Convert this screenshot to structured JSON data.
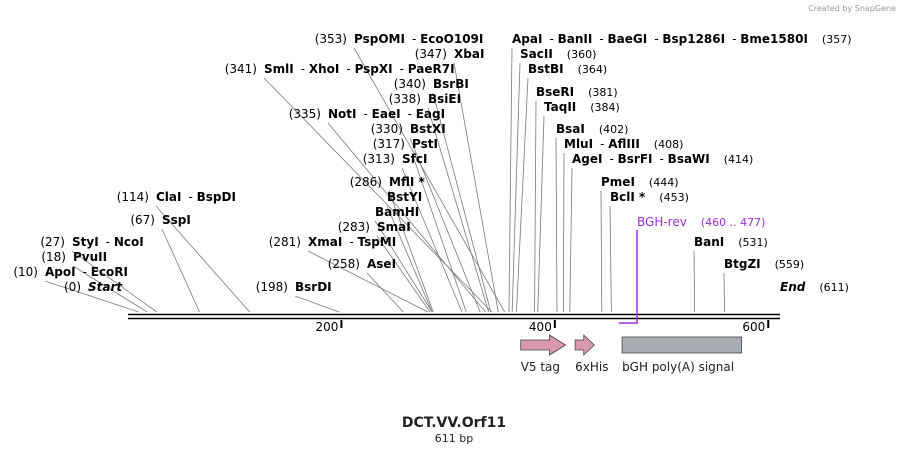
{
  "credit": "Created by SnapGene",
  "title": "DCT.VV.Orf11",
  "length_label": "611 bp",
  "seq_length": 611,
  "backbone_ticks": [
    {
      "pos": 200,
      "label": "200"
    },
    {
      "pos": 400,
      "label": "400"
    },
    {
      "pos": 600,
      "label": "600"
    }
  ],
  "sites": [
    {
      "coord": "(0)",
      "names": [
        "Start"
      ],
      "italic": true,
      "pos": 0
    },
    {
      "coord": "(10)",
      "names": [
        "ApoI",
        "EcoRI"
      ],
      "pos": 10
    },
    {
      "coord": "(18)",
      "names": [
        "PvuII"
      ],
      "pos": 18
    },
    {
      "coord": "(27)",
      "names": [
        "StyI",
        "NcoI"
      ],
      "pos": 27
    },
    {
      "coord": "(67)",
      "names": [
        "SspI"
      ],
      "pos": 67
    },
    {
      "coord": "(114)",
      "names": [
        "ClaI",
        "BspDI"
      ],
      "pos": 114
    },
    {
      "coord": "(198)",
      "names": [
        "BsrDI"
      ],
      "pos": 198
    },
    {
      "coord": "(258)",
      "names": [
        "AseI"
      ],
      "pos": 258
    },
    {
      "coord": "(281)",
      "names": [
        "XmaI",
        "TspMI"
      ],
      "pos": 281
    },
    {
      "coord": "(283)",
      "names": [
        "SmaI"
      ],
      "pos": 283
    },
    {
      "coord": "",
      "names": [
        "BamHI"
      ],
      "pos": 285
    },
    {
      "coord": "",
      "names": [
        "BstYI"
      ],
      "pos": 285
    },
    {
      "coord": "(286)",
      "names": [
        "MflI *"
      ],
      "pos": 286
    },
    {
      "coord": "(313)",
      "names": [
        "SfcI"
      ],
      "pos": 313
    },
    {
      "coord": "(317)",
      "names": [
        "PstI"
      ],
      "pos": 317
    },
    {
      "coord": "(330)",
      "names": [
        "BstXI"
      ],
      "pos": 330
    },
    {
      "coord": "(335)",
      "names": [
        "NotI",
        "EaeI",
        "EagI"
      ],
      "pos": 335
    },
    {
      "coord": "(338)",
      "names": [
        "BsiEI"
      ],
      "pos": 338
    },
    {
      "coord": "(340)",
      "names": [
        "BsrBI"
      ],
      "pos": 340
    },
    {
      "coord": "(341)",
      "names": [
        "SmlI",
        "XhoI",
        "PspXI",
        "PaeR7I"
      ],
      "pos": 341
    },
    {
      "coord": "(347)",
      "names": [
        "XbaI"
      ],
      "pos": 347
    },
    {
      "coord": "(353)",
      "names": [
        "PspOMI",
        "EcoO109I"
      ],
      "pos": 353
    },
    {
      "coord": "(357)",
      "names": [
        "ApaI",
        "BanII",
        "BaeGI",
        "Bsp1286I",
        "Bme1580I"
      ],
      "pos": 357
    },
    {
      "coord": "(360)",
      "names": [
        "SacII"
      ],
      "pos": 360
    },
    {
      "coord": "(364)",
      "names": [
        "BstBI"
      ],
      "pos": 364
    },
    {
      "coord": "(381)",
      "names": [
        "BseRI"
      ],
      "pos": 381
    },
    {
      "coord": "(384)",
      "names": [
        "TaqII"
      ],
      "pos": 384
    },
    {
      "coord": "(402)",
      "names": [
        "BsaI"
      ],
      "pos": 402
    },
    {
      "coord": "(408)",
      "names": [
        "MluI",
        "AflIII"
      ],
      "pos": 408
    },
    {
      "coord": "(414)",
      "names": [
        "AgeI",
        "BsrFI",
        "BsaWI"
      ],
      "pos": 414
    },
    {
      "coord": "(444)",
      "names": [
        "PmeI"
      ],
      "pos": 444
    },
    {
      "coord": "(453)",
      "names": [
        "BclI *"
      ],
      "pos": 453
    },
    {
      "coord": "(531)",
      "names": [
        "BanI"
      ],
      "pos": 531
    },
    {
      "coord": "(559)",
      "names": [
        "BtgZI"
      ],
      "pos": 559
    },
    {
      "coord": "(611)",
      "names": [
        "End"
      ],
      "italic": true,
      "pos": 611
    }
  ],
  "primer": {
    "name": "BGH-rev",
    "range": "(460 .. 477)",
    "start": 460,
    "end": 477,
    "color": "#9b30d0"
  },
  "features": [
    {
      "label": "V5 tag",
      "type": "arrow",
      "start": 368,
      "end": 410,
      "color": "#d898b0"
    },
    {
      "label": "6xHis",
      "type": "arrow",
      "start": 419,
      "end": 437,
      "color": "#d898b0"
    },
    {
      "label": "bGH poly(A) signal",
      "type": "box",
      "start": 463,
      "end": 575,
      "color": "#a9abb2"
    }
  ]
}
